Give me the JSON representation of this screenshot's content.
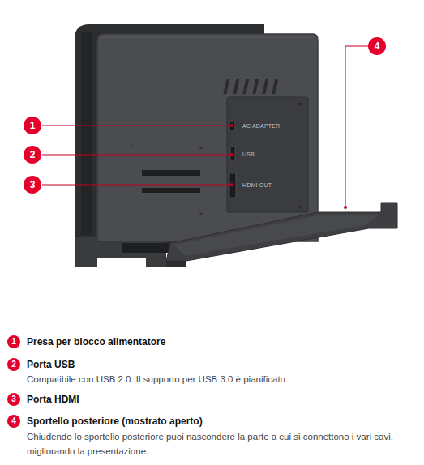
{
  "diagram": {
    "labels": [
      "1",
      "2",
      "3",
      "4",
      "AC ADAPTER",
      "USB",
      "HDMI OUT",
      "1",
      "Presa per blocco alimentatore",
      "2",
      "Porta USB",
      "Compatibile con USB 2.0. Il supporto per USB 3.0 è pianificato.",
      "3",
      "Porta HDMI",
      "4",
      "Sportello posteriore (mostrato aperto)",
      "Chiudendo lo sportello posteriore puoi nascondere la parte a cui si connettono i vari cavi, migliorando la presentazione."
    ]
  }
}
